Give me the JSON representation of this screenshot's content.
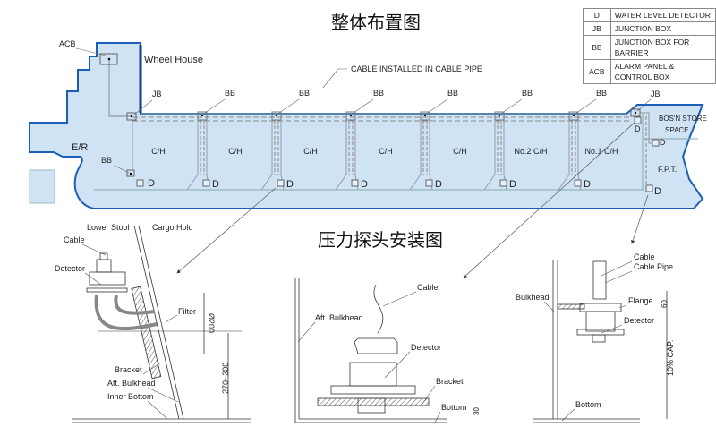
{
  "titles": {
    "layout": "整体布置图",
    "installation": "压力探头安装图"
  },
  "legend": [
    {
      "key": "D",
      "value": "WATER LEVEL DETECTOR"
    },
    {
      "key": "JB",
      "value": "JUNCTION BOX"
    },
    {
      "key": "BB",
      "value": "JUNCTION BOX FOR BARRIER"
    },
    {
      "key": "ACB",
      "value": "ALARM PANEL & CONTROL BOX"
    }
  ],
  "ship": {
    "wheel_house": "Wheel House",
    "acb": "ACB",
    "jb": "JB",
    "bb": "BB",
    "d": "D",
    "er": "E/R",
    "cable_note": "CABLE INSTALLED IN CABLE PIPE",
    "holds": [
      "C/H",
      "C/H",
      "C/H",
      "C/H",
      "C/H",
      "No.2 C/H",
      "No.1 C/H"
    ],
    "bosn_store": "BOS'N STORE",
    "space": "SPACE",
    "fpt": "F.P.T."
  },
  "detail_left": {
    "lower_stool": "Lower Stool",
    "cargo_hold": "Cargo Hold",
    "cable": "Cable",
    "detector": "Detector",
    "filter": "Filter",
    "bracket": "Bracket",
    "aft_bulkhead": "Aft. Bulkhead",
    "inner_bottom": "Inner Bottom",
    "dim_filter": "Ø200",
    "dim_height": "270~300"
  },
  "detail_mid": {
    "cable": "Cable",
    "aft_bulkhead": "Aft. Bulkhead",
    "detector": "Detector",
    "bracket": "Bracket",
    "bottom": "Bottom",
    "dim": "30"
  },
  "detail_right": {
    "cable": "Cable",
    "cable_pipe": "Cable Pipe",
    "bulkhead": "Bulkhead",
    "flange": "Flange",
    "detector": "Detector",
    "bottom": "Bottom",
    "dim_flange": "60",
    "dim_cap": "10% CAP."
  },
  "colors": {
    "hull_fill": "#cfe3f5",
    "hull_edge": "#1a5fb4",
    "line": "#555555"
  }
}
